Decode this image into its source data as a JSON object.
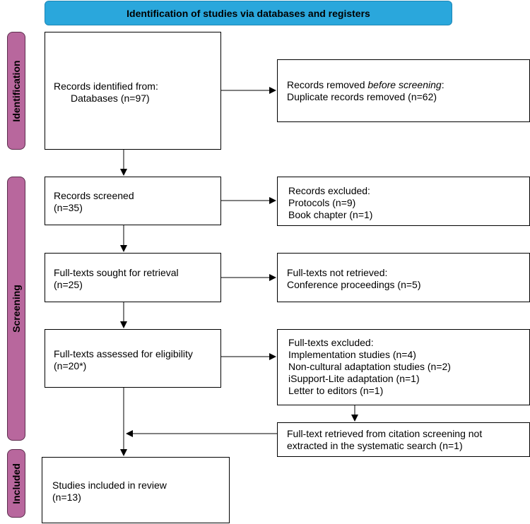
{
  "header": {
    "title": "Identification of studies via databases and registers"
  },
  "stages": {
    "identification": "Identification",
    "screening": "Screening",
    "included": "Included"
  },
  "boxes": {
    "records_identified": {
      "line1": "Records identified from:",
      "line2": "Databases (n=97)"
    },
    "records_removed": {
      "line1_prefix": "Records removed ",
      "line1_italic": "before screening",
      "line1_suffix": ":",
      "line2": "Duplicate records removed (n=62)"
    },
    "records_screened": {
      "line1": "Records screened",
      "line2": "(n=35)"
    },
    "records_excluded": {
      "line1": "Records excluded:",
      "line2": "Protocols (n=9)",
      "line3": "Book chapter (n=1)"
    },
    "sought_retrieval": {
      "line1": "Full-texts sought for retrieval",
      "line2": "(n=25)"
    },
    "not_retrieved": {
      "line1": "Full-texts not retrieved:",
      "line2": "Conference proceedings (n=5)"
    },
    "assessed": {
      "line1": "Full-texts assessed for eligibility",
      "line2": "(n=20*)"
    },
    "excluded": {
      "line1": "Full-texts excluded:",
      "line2": "Implementation studies (n=4)",
      "line3": "Non-cultural adaptation studies (n=2)",
      "line4": "iSupport-Lite adaptation (n=1)",
      "line5": "Letter to editors (n=1)"
    },
    "citation": {
      "line1": "Full-text retrieved from citation screening not",
      "line2": "extracted in the systematic search (n=1)"
    },
    "included": {
      "line1": "Studies included in review",
      "line2": "(n=13)"
    }
  }
}
